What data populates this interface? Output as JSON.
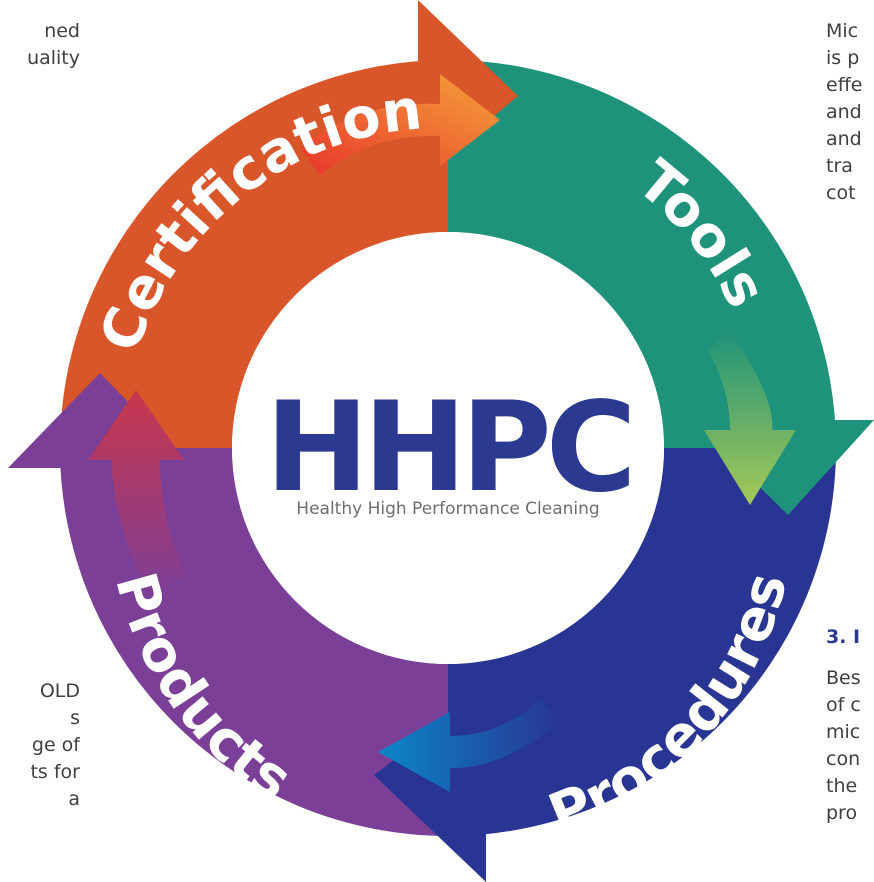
{
  "diagram": {
    "logo": {
      "title": "HHPC",
      "subtitle": "Healthy High Performance Cleaning"
    },
    "segments": [
      {
        "key": "certification",
        "label": "Certification",
        "color": "#d9562a"
      },
      {
        "key": "tools",
        "label": "Tools",
        "color": "#1e927a"
      },
      {
        "key": "procedures",
        "label": "Procedures",
        "color": "#283593"
      },
      {
        "key": "products",
        "label": "Products",
        "color": "#7b3f98"
      }
    ],
    "colors": {
      "logo_text": "#2b3990",
      "subtitle_text": "#6d6e71",
      "background": "#ffffff"
    }
  },
  "side_text": {
    "left_top": [
      "ned",
      "uality"
    ],
    "right_top": [
      "Mic",
      "is p",
      "effe",
      "and",
      "and",
      "tra",
      "cot"
    ],
    "left_bottom": [
      "OLD",
      "s",
      "ge of",
      "ts for",
      "a"
    ],
    "right_bottom": {
      "heading": "3. I",
      "lines": [
        "Bes",
        "of c",
        "mic",
        "con",
        "the",
        "pro"
      ]
    }
  }
}
